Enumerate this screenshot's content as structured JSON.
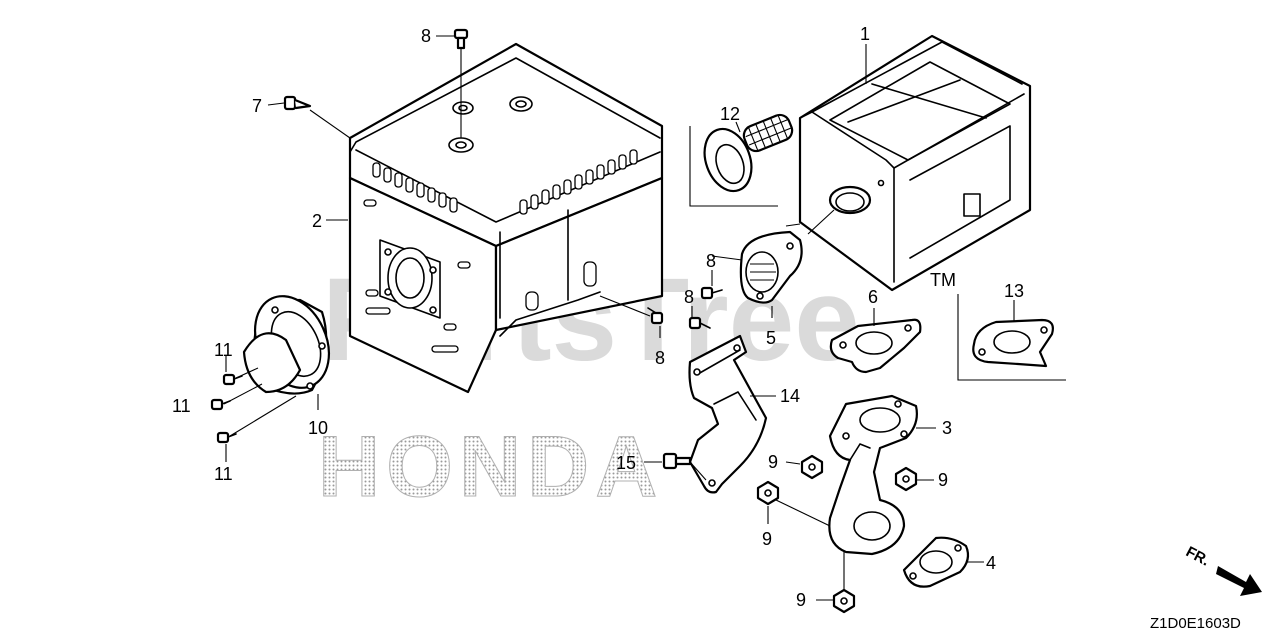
{
  "watermarks": {
    "parts_tree": "PartsTree",
    "tm": "TM",
    "honda": "HONDA"
  },
  "diagram_code": "Z1D0E1603D",
  "direction_label": "FR.",
  "callouts": [
    {
      "id": "c1",
      "label": "1"
    },
    {
      "id": "c2",
      "label": "2"
    },
    {
      "id": "c3",
      "label": "3"
    },
    {
      "id": "c4",
      "label": "4"
    },
    {
      "id": "c5",
      "label": "5"
    },
    {
      "id": "c6",
      "label": "6"
    },
    {
      "id": "c7",
      "label": "7"
    },
    {
      "id": "c8a",
      "label": "8"
    },
    {
      "id": "c8b",
      "label": "8"
    },
    {
      "id": "c8c",
      "label": "8"
    },
    {
      "id": "c8d",
      "label": "8"
    },
    {
      "id": "c9a",
      "label": "9"
    },
    {
      "id": "c9b",
      "label": "9"
    },
    {
      "id": "c9c",
      "label": "9"
    },
    {
      "id": "c9d",
      "label": "9"
    },
    {
      "id": "c10",
      "label": "10"
    },
    {
      "id": "c11a",
      "label": "11"
    },
    {
      "id": "c11b",
      "label": "11"
    },
    {
      "id": "c11c",
      "label": "11"
    },
    {
      "id": "c12",
      "label": "12"
    },
    {
      "id": "c13",
      "label": "13"
    },
    {
      "id": "c14",
      "label": "14"
    },
    {
      "id": "c15",
      "label": "15"
    }
  ]
}
